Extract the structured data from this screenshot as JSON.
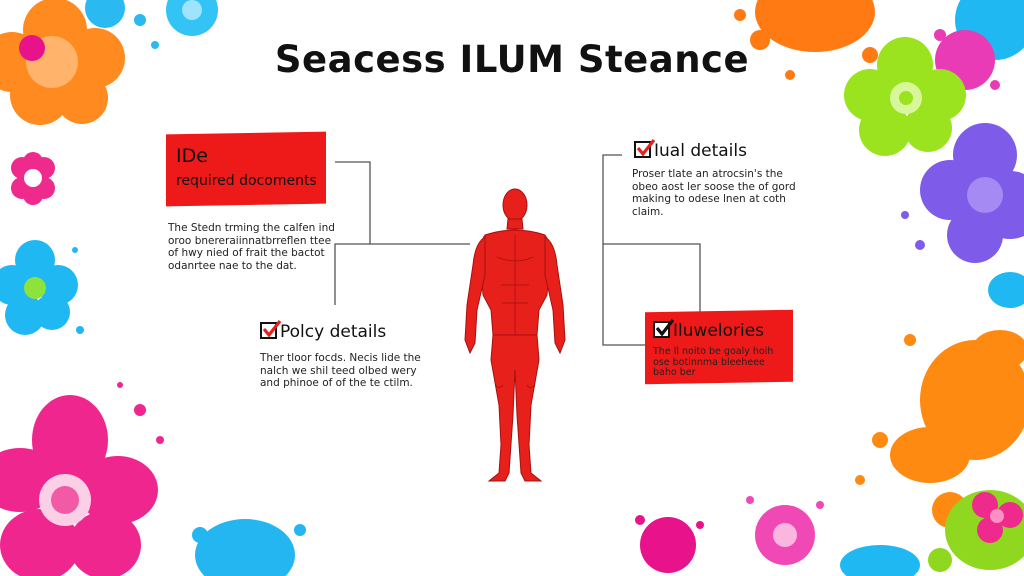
{
  "title": "Seacess ILUM Steance",
  "boxes": {
    "top_left": {
      "heading_line1": "IDe",
      "heading_line2": "required docoments",
      "body_lines": [
        "The Stedn trming the calfen ind",
        "oroo bnereraiinnatbrreflen ttee",
        "of hwy nied of frait the bactot",
        "odanrtee nae to the dat."
      ]
    },
    "bottom_left": {
      "heading": "Polcy details",
      "body_lines": [
        "Ther tloor focds. Necis lide the",
        "nalch we shil teed olbed wery",
        "and phinoe of of the te ctilm."
      ]
    },
    "top_right": {
      "heading": "Iual details",
      "body_lines": [
        "Proser tlate an atrocsin's the",
        "obeo aost ler soose the of gord",
        "making to odese lnen at coth",
        "claim."
      ]
    },
    "bottom_right": {
      "heading": "Iluwelories",
      "body_lines": [
        "The ll noito be goaly hoih",
        "ose botinnma bleeheee",
        "baho ber"
      ]
    }
  },
  "colors": {
    "accent_red": "#ee1a1a",
    "figure_red": "#e8201c",
    "line": "#555555"
  }
}
